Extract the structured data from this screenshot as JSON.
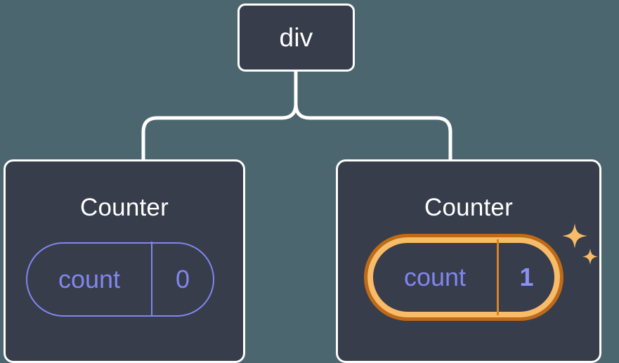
{
  "diagram": {
    "type": "component-tree",
    "background_color": "#4c6670",
    "node_fill_color": "#373d4b",
    "node_border_color": "#fdfdfd",
    "connector_color": "#ffffff",
    "accent_color": "#8186ee",
    "highlight_outer_color": "#bf6a18",
    "highlight_inner_color": "#f8bc68",
    "sparkle_color": "#f8bc68"
  },
  "root": {
    "label": "div"
  },
  "children": [
    {
      "label": "Counter",
      "state": {
        "key": "count",
        "value": "0",
        "highlighted": false
      }
    },
    {
      "label": "Counter",
      "state": {
        "key": "count",
        "value": "1",
        "highlighted": true
      },
      "sparkle_icons": [
        "sparkle-large",
        "sparkle-small"
      ]
    }
  ]
}
